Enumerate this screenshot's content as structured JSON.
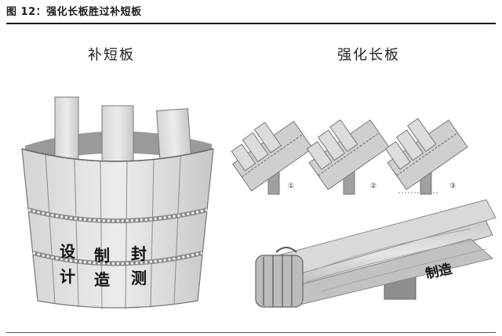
{
  "figure": {
    "caption": "图 12：强化长板胜过补短板"
  },
  "left_panel": {
    "title": "补短板",
    "barrel_words": [
      "设",
      "制",
      "封",
      "计",
      "造",
      "测"
    ]
  },
  "right_panel": {
    "title": "强化长板",
    "steps": [
      "①",
      "②",
      "③"
    ],
    "raft_label": "制造"
  }
}
